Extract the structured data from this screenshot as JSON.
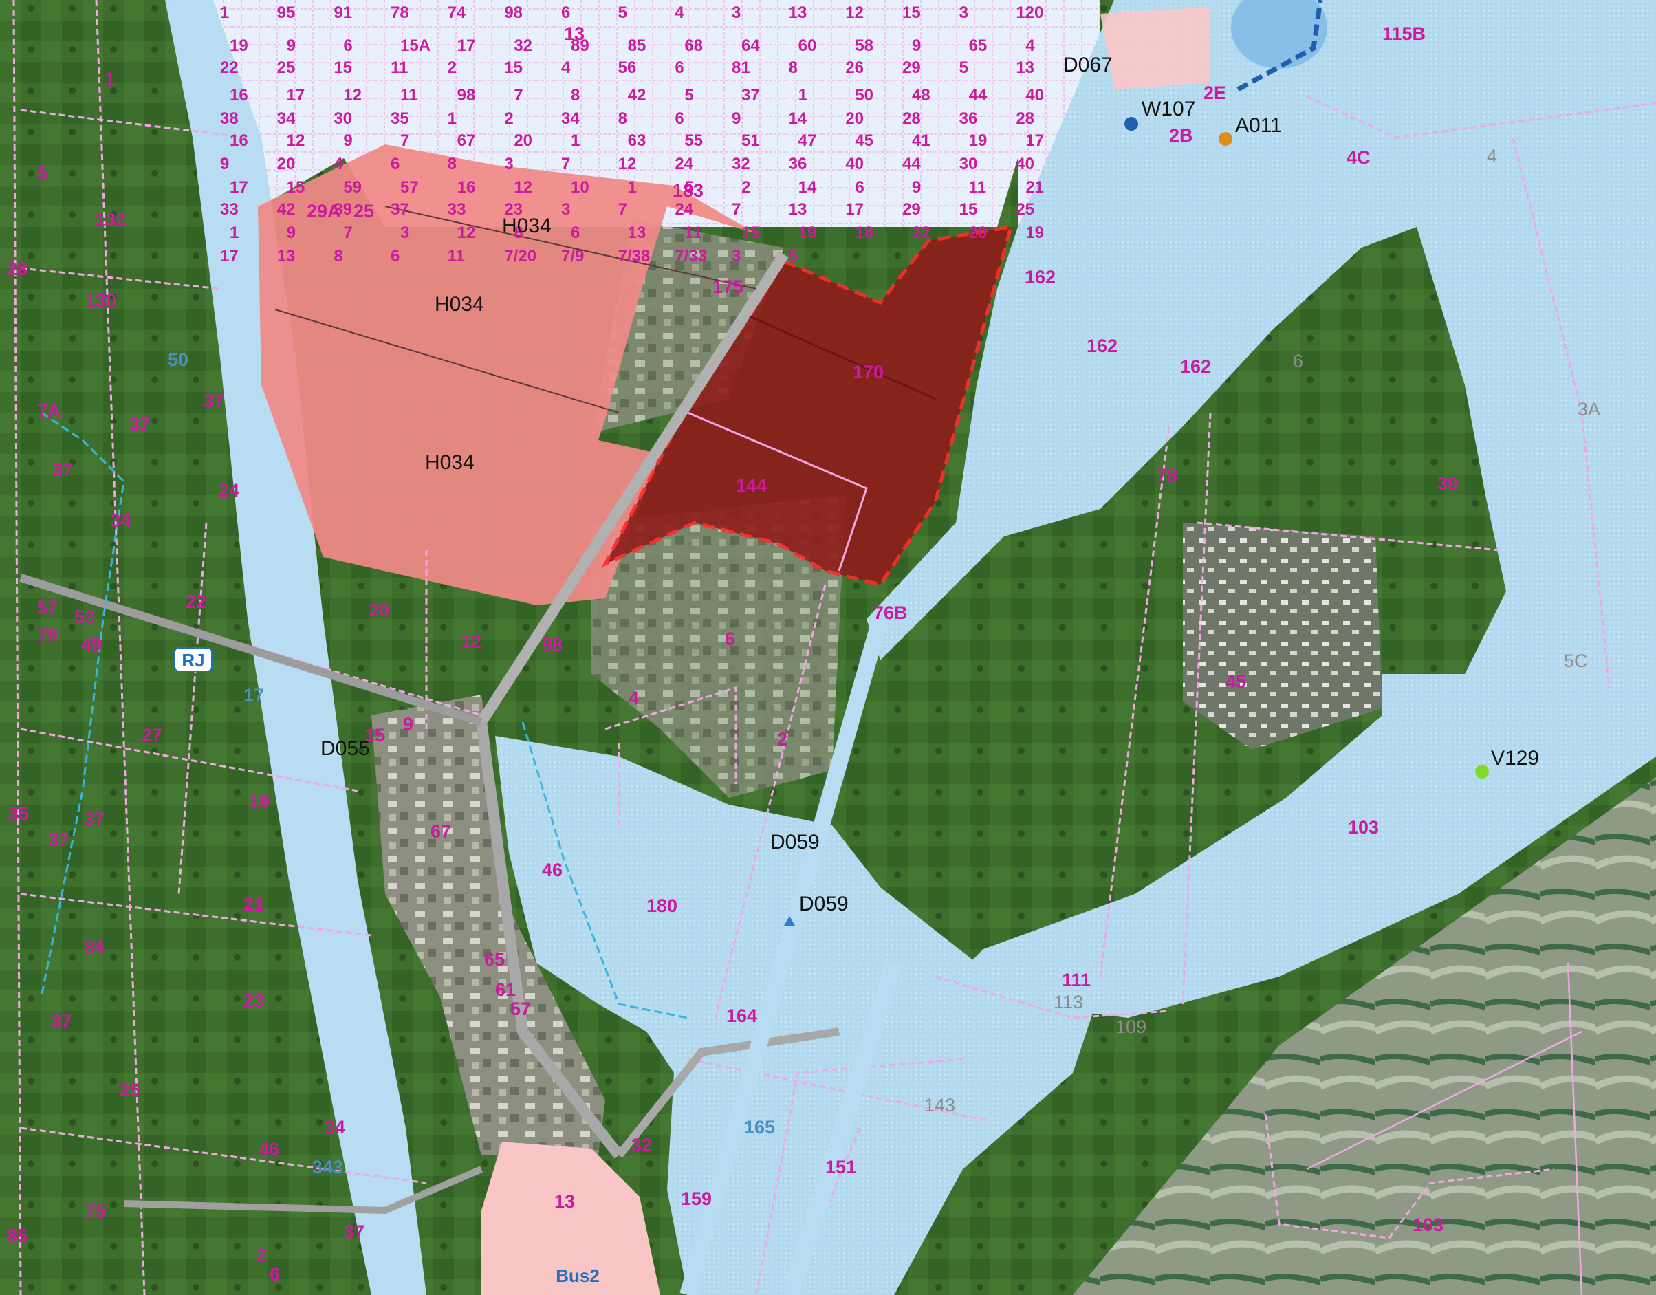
{
  "site_labels": {
    "h034_a": "H034",
    "h034_b": "H034",
    "h034_c": "H034",
    "d055": "D055",
    "d059_a": "D059",
    "d059_b": "D059",
    "w107": "W107",
    "a011": "A011",
    "d067": "D067",
    "v129": "V129"
  },
  "road_badges": {
    "rj": "RJ",
    "bus2": "Bus2"
  },
  "lots_main": [
    {
      "id": "l170",
      "label": "170"
    },
    {
      "id": "l144",
      "label": "144"
    },
    {
      "id": "l175",
      "label": "175"
    },
    {
      "id": "l183",
      "label": "183"
    },
    {
      "id": "l162a",
      "label": "162"
    },
    {
      "id": "l162b",
      "label": "162"
    },
    {
      "id": "l162c",
      "label": "162"
    },
    {
      "id": "l78",
      "label": "78"
    },
    {
      "id": "l39",
      "label": "39"
    },
    {
      "id": "l45",
      "label": "45"
    },
    {
      "id": "l103a",
      "label": "103"
    },
    {
      "id": "l103b",
      "label": "103"
    },
    {
      "id": "l111",
      "label": "111"
    },
    {
      "id": "l76b",
      "label": "76B"
    },
    {
      "id": "l180",
      "label": "180"
    },
    {
      "id": "l46a",
      "label": "46"
    },
    {
      "id": "l164",
      "label": "164"
    },
    {
      "id": "l151",
      "label": "151"
    },
    {
      "id": "l159",
      "label": "159"
    },
    {
      "id": "l32",
      "label": "32"
    },
    {
      "id": "l13b",
      "label": "13"
    },
    {
      "id": "l98",
      "label": "98"
    },
    {
      "id": "l6",
      "label": "6"
    },
    {
      "id": "l4",
      "label": "4"
    },
    {
      "id": "l2",
      "label": "2"
    },
    {
      "id": "l20",
      "label": "20"
    },
    {
      "id": "l12",
      "label": "12"
    },
    {
      "id": "l15",
      "label": "15"
    },
    {
      "id": "l9",
      "label": "9"
    },
    {
      "id": "l67",
      "label": "67"
    },
    {
      "id": "l65",
      "label": "65"
    },
    {
      "id": "l61",
      "label": "61"
    },
    {
      "id": "l57b",
      "label": "57"
    },
    {
      "id": "l1",
      "label": "1"
    },
    {
      "id": "l5",
      "label": "5"
    },
    {
      "id": "l132",
      "label": "132"
    },
    {
      "id": "l28",
      "label": "28"
    },
    {
      "id": "l130",
      "label": "130"
    },
    {
      "id": "l7a",
      "label": "7A"
    },
    {
      "id": "l37a",
      "label": "37"
    },
    {
      "id": "l37b",
      "label": "37"
    },
    {
      "id": "l37c",
      "label": "37"
    },
    {
      "id": "l24",
      "label": "24"
    },
    {
      "id": "l34a",
      "label": "34"
    },
    {
      "id": "l22",
      "label": "22"
    },
    {
      "id": "l57a",
      "label": "57"
    },
    {
      "id": "l53",
      "label": "53"
    },
    {
      "id": "l79",
      "label": "79"
    },
    {
      "id": "l49",
      "label": "49"
    },
    {
      "id": "l27",
      "label": "27"
    },
    {
      "id": "l19",
      "label": "19"
    },
    {
      "id": "l35",
      "label": "35"
    },
    {
      "id": "l37d",
      "label": "37"
    },
    {
      "id": "l37e",
      "label": "37"
    },
    {
      "id": "l21",
      "label": "21"
    },
    {
      "id": "l84",
      "label": "84"
    },
    {
      "id": "l37f",
      "label": "37"
    },
    {
      "id": "l23",
      "label": "23"
    },
    {
      "id": "l25",
      "label": "25"
    },
    {
      "id": "l46b",
      "label": "46"
    },
    {
      "id": "l34b",
      "label": "34"
    },
    {
      "id": "l75",
      "label": "75"
    },
    {
      "id": "l37g",
      "label": "37"
    },
    {
      "id": "l85",
      "label": "85"
    },
    {
      "id": "l2b",
      "label": "2"
    },
    {
      "id": "l6b",
      "label": "6"
    },
    {
      "id": "l115b",
      "label": "115B"
    },
    {
      "id": "l4c",
      "label": "4C"
    },
    {
      "id": "l2b_top",
      "label": "2B"
    },
    {
      "id": "l2e",
      "label": "2E"
    },
    {
      "id": "l13_top",
      "label": "13"
    },
    {
      "id": "l29a",
      "label": "29A"
    },
    {
      "id": "l25_top",
      "label": "25"
    }
  ],
  "lots_faint": [
    {
      "id": "f50",
      "label": "50"
    },
    {
      "id": "f17",
      "label": "17"
    },
    {
      "id": "f165",
      "label": "165"
    },
    {
      "id": "f343",
      "label": "343"
    },
    {
      "id": "f3a",
      "label": "3A"
    },
    {
      "id": "f5c",
      "label": "5C"
    },
    {
      "id": "f4",
      "label": "4"
    },
    {
      "id": "f6",
      "label": "6"
    },
    {
      "id": "f113",
      "label": "113"
    },
    {
      "id": "f109",
      "label": "109"
    },
    {
      "id": "f143",
      "label": "143"
    }
  ],
  "top_lot_numbers": [
    "1",
    "95",
    "91",
    "78",
    "74",
    "98",
    "6",
    "5",
    "4",
    "3",
    "13",
    "12",
    "15",
    "3",
    "120",
    "19",
    "9",
    "6",
    "15A",
    "17",
    "32",
    "89",
    "85",
    "68",
    "64",
    "60",
    "58",
    "9",
    "65",
    "4",
    "22",
    "25",
    "15",
    "11",
    "2",
    "15",
    "4",
    "56",
    "6",
    "81",
    "8",
    "26",
    "29",
    "5",
    "13",
    "16",
    "17",
    "12",
    "11",
    "98",
    "7",
    "8",
    "42",
    "5",
    "37",
    "1",
    "50",
    "48",
    "44",
    "40",
    "38",
    "34",
    "30",
    "35",
    "1",
    "2",
    "34",
    "8",
    "6",
    "9",
    "14",
    "20",
    "28",
    "36",
    "28",
    "16",
    "12",
    "9",
    "7",
    "67",
    "20",
    "1",
    "63",
    "55",
    "51",
    "47",
    "45",
    "41",
    "19",
    "17",
    "9",
    "20",
    "4",
    "6",
    "8",
    "3",
    "7",
    "12",
    "24",
    "32",
    "36",
    "40",
    "44",
    "30",
    "40",
    "17",
    "15",
    "59",
    "57",
    "16",
    "12",
    "10",
    "1",
    "5",
    "2",
    "14",
    "6",
    "9",
    "11",
    "21",
    "33",
    "42",
    "39",
    "37",
    "33",
    "23",
    "3",
    "7",
    "24",
    "7",
    "13",
    "17",
    "29",
    "15",
    "25",
    "1",
    "9",
    "7",
    "3",
    "12",
    "8",
    "6",
    "13",
    "11",
    "15",
    "19",
    "18",
    "22",
    "20",
    "19",
    "17",
    "13",
    "8",
    "6",
    "11",
    "7/20",
    "7/9",
    "7/38",
    "7/33",
    "3",
    "5"
  ],
  "markers": {
    "w107_color": "#1e5fb0",
    "a011_color": "#e08a1e",
    "v129_color": "#7fdb2a"
  },
  "colors": {
    "water": "#b6dcf0",
    "zone_pink": "#f08a88",
    "zone_light_pink": "#f9c6c6",
    "highlight_red": "#8f1d1a",
    "boundary_pink": "#f3a6e6",
    "label_magenta": "#cc1aa0"
  }
}
